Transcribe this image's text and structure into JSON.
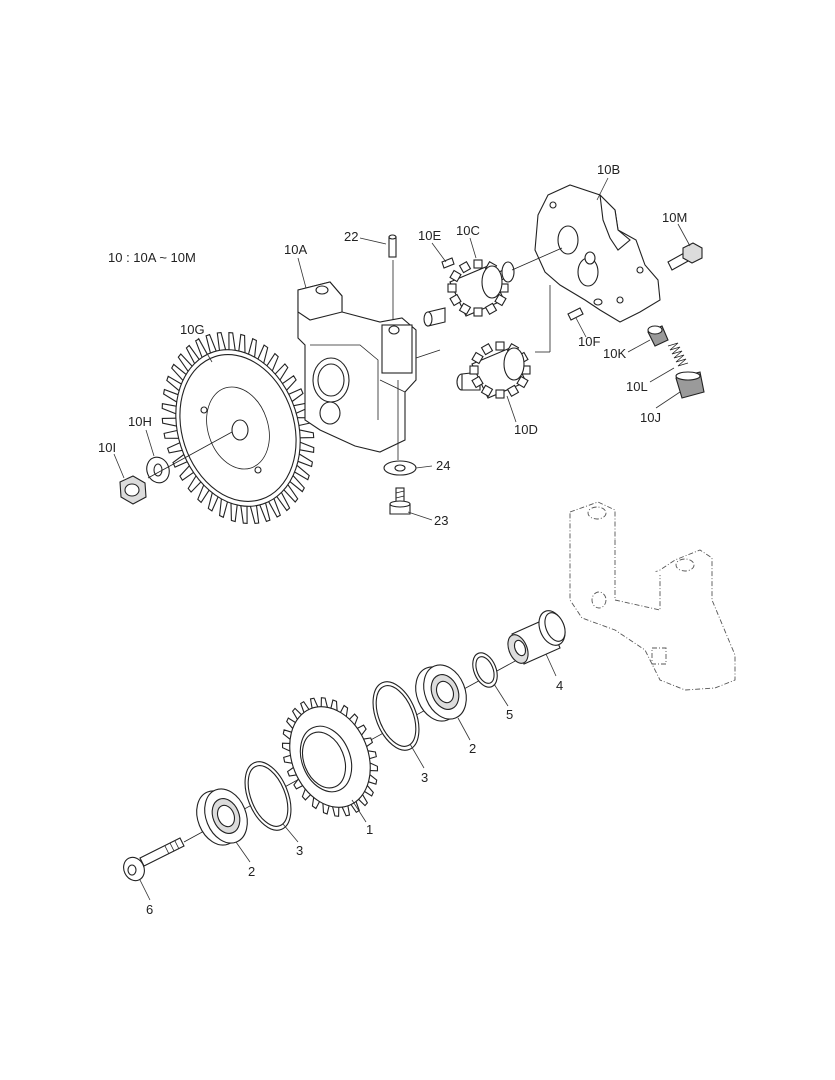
{
  "note": "10 : 10A ~ 10M",
  "labels": {
    "l10a": "10A",
    "l10b": "10B",
    "l10c": "10C",
    "l10d": "10D",
    "l10e": "10E",
    "l10f": "10F",
    "l10g": "10G",
    "l10h": "10H",
    "l10i": "10I",
    "l10j": "10J",
    "l10k": "10K",
    "l10l": "10L",
    "l10m": "10M",
    "l22": "22",
    "l23": "23",
    "l24": "24",
    "l1": "1",
    "l2a": "2",
    "l2b": "2",
    "l3a": "3",
    "l3b": "3",
    "l4": "4",
    "l5": "5",
    "l6": "6"
  }
}
